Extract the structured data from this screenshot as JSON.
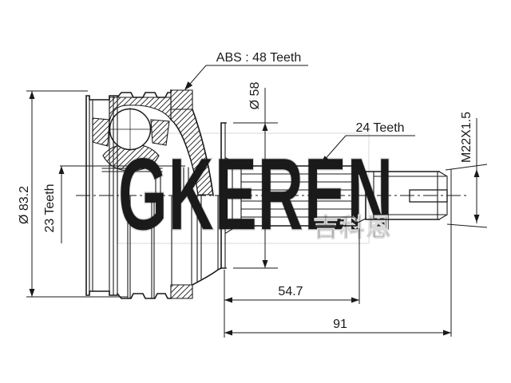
{
  "drawing": {
    "labels": {
      "abs_teeth": "ABS : 48 Teeth",
      "outer_diameter": "Ø 83.2",
      "inner_spline_teeth": "23 Teeth",
      "boot_seat_diameter": "Ø 58",
      "shaft_spline_teeth": "24 Teeth",
      "thread_spec": "M22X1.5",
      "spline_length": "54.7",
      "total_length": "91"
    },
    "watermark": {
      "brand_text": "GKEREN",
      "brand_cjk": "吉科恩"
    },
    "colors": {
      "line": "#1a1a1a",
      "background": "#ffffff",
      "watermark_fill": "#ededed",
      "watermark_stroke": "#dadada"
    }
  }
}
